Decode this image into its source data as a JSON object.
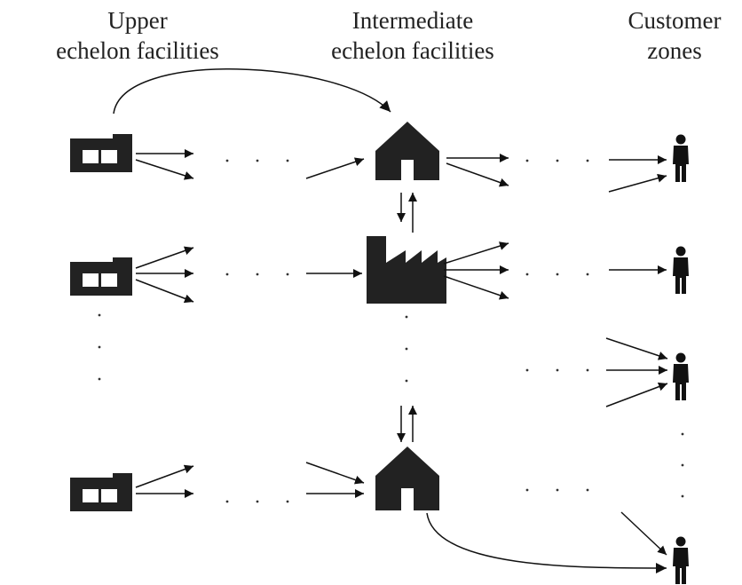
{
  "columns": {
    "upper": {
      "line1": "Upper",
      "line2": "echelon facilities"
    },
    "intermediate": {
      "line1": "Intermediate",
      "line2": "echelon facilities"
    },
    "customer": {
      "line1": "Customer",
      "line2": "zones"
    }
  },
  "colors": {
    "ink": "#222222",
    "background": "#ffffff"
  }
}
